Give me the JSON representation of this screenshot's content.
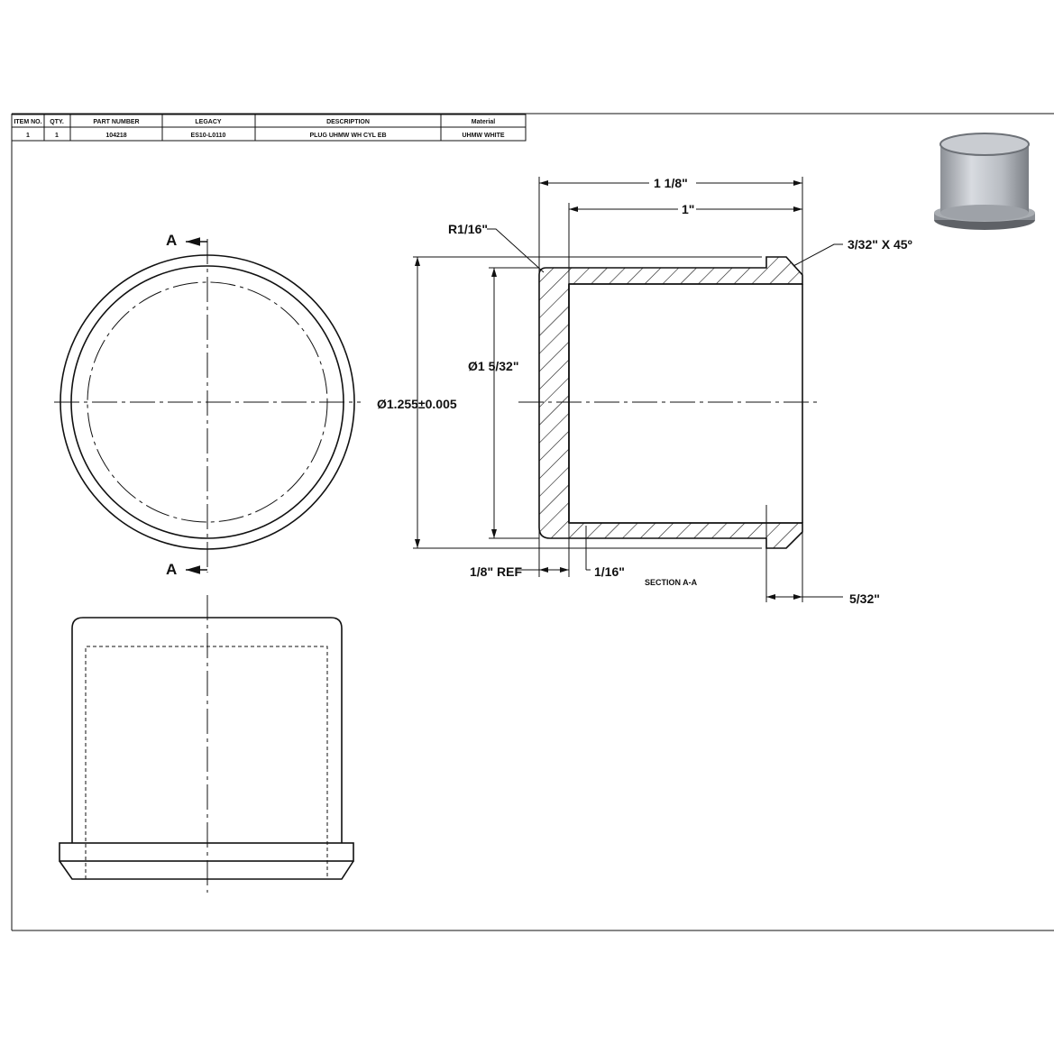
{
  "bom_table": {
    "headers": [
      "ITEM NO.",
      "QTY.",
      "PART NUMBER",
      "LEGACY",
      "DESCRIPTION",
      "Material"
    ],
    "rows": [
      [
        "1",
        "1",
        "104218",
        "ES10-L0110",
        "PLUG UHMW WH CYL EB",
        "UHMW WHITE"
      ]
    ]
  },
  "front_view": {
    "section_label_top": "A",
    "section_label_bottom": "A"
  },
  "section_view": {
    "title": "SECTION A-A",
    "dims": {
      "overall_length": "1 1/8\"",
      "inner_length": "1\"",
      "radius": "R1/16\"",
      "chamfer": "3/32\" X 45º",
      "outer_diameter": "Ø1.255±0.005",
      "inner_diameter": "Ø1 5/32\"",
      "end_thickness": "1/8\" REF",
      "wall_thickness": "1/16\"",
      "flange_length": "5/32\""
    }
  },
  "colors": {
    "line": "#111111",
    "background": "#ffffff"
  }
}
